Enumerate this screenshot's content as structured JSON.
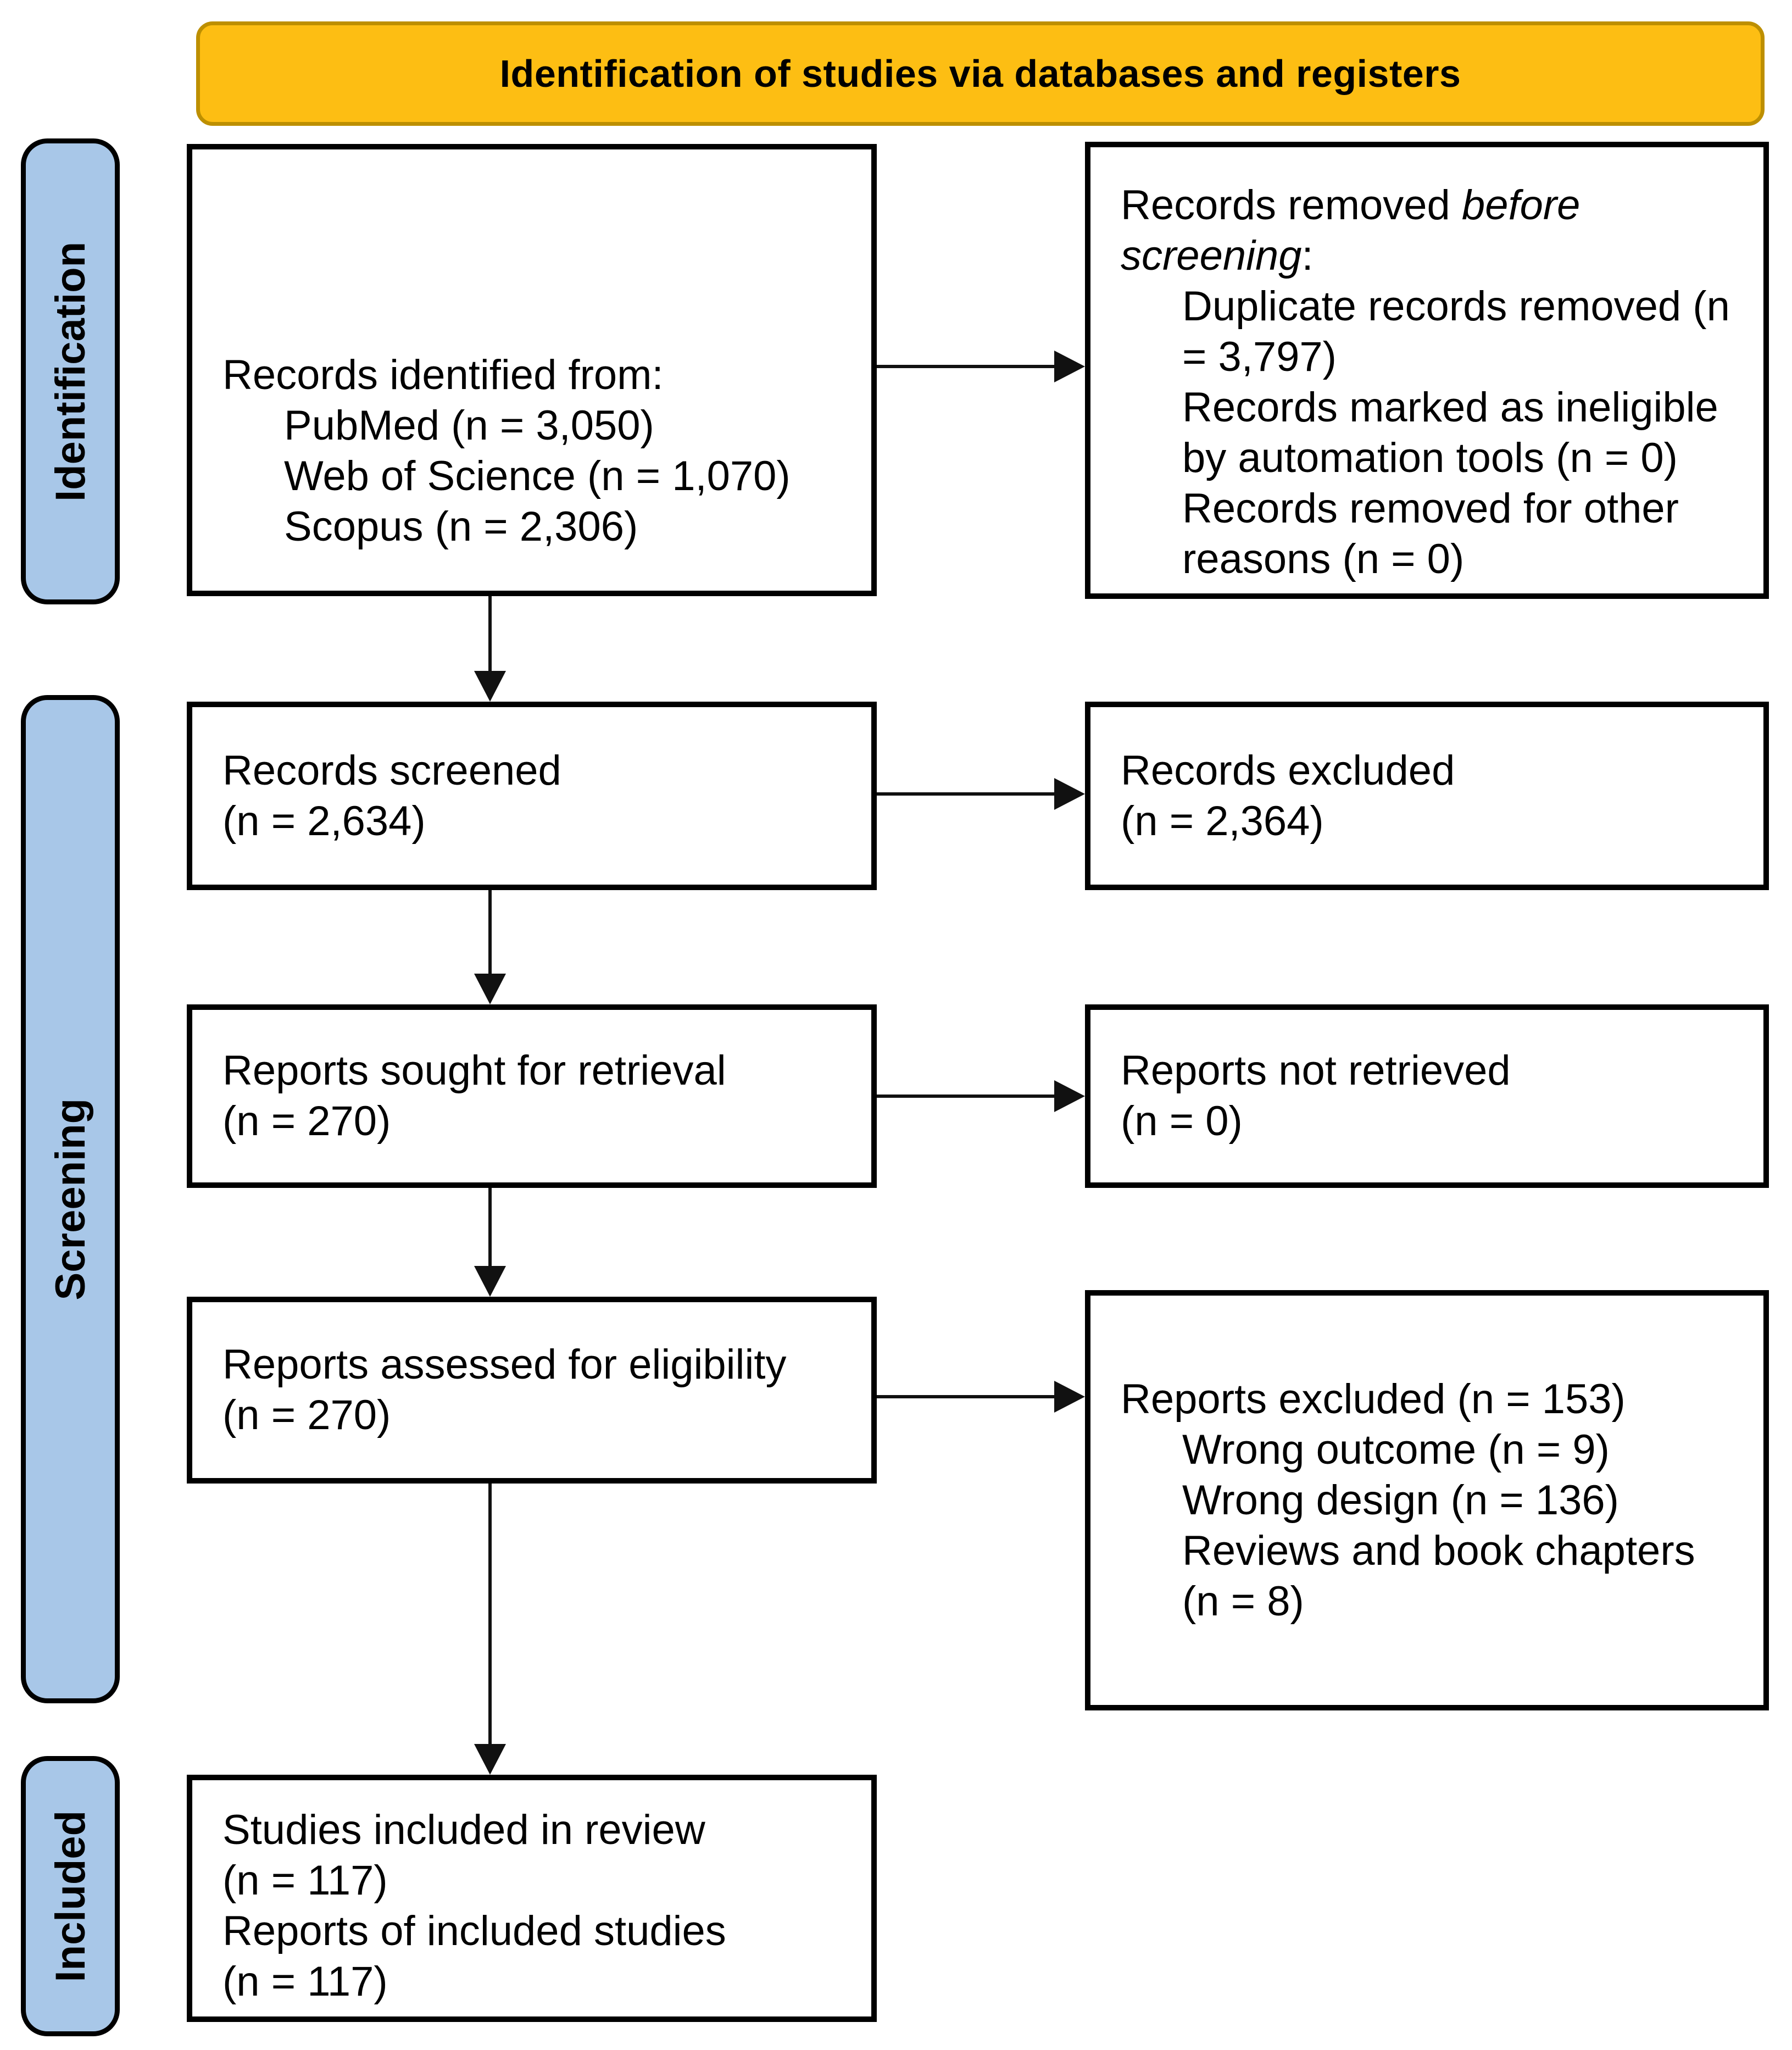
{
  "title": "Identification of studies via databases and registers",
  "stages": [
    {
      "label": "Identification"
    },
    {
      "label": "Screening"
    },
    {
      "label": "Included"
    }
  ],
  "boxes": {
    "records_identified": {
      "lines": [
        "Records identified from:",
        "PubMed (n = 3,050)",
        "Web of Science (n = 1,070)",
        "Scopus (n = 2,306)"
      ]
    },
    "records_removed": {
      "line1_normal": "Records removed ",
      "line1_italic": "before",
      "line2_italic": "screening",
      "line2_normal": ":",
      "items": [
        "Duplicate records removed (n",
        "= 3,797)",
        "Records marked as ineligible",
        "by automation tools (n = 0)",
        "Records removed for other",
        "reasons (n = 0)"
      ]
    },
    "records_screened": {
      "lines": [
        "Records screened",
        "(n = 2,634)"
      ]
    },
    "records_excluded": {
      "lines": [
        "Records excluded",
        "(n = 2,364)"
      ]
    },
    "reports_sought": {
      "lines": [
        "Reports sought for retrieval",
        "(n = 270)"
      ]
    },
    "reports_not_retrieved": {
      "lines": [
        "Reports not retrieved",
        "(n = 0)"
      ]
    },
    "reports_assessed": {
      "lines": [
        "Reports assessed for eligibility",
        "(n = 270)"
      ]
    },
    "reports_excluded": {
      "lines": [
        "Reports excluded (n = 153)",
        "Wrong outcome (n = 9)",
        "Wrong design (n = 136)",
        "Reviews and book chapters",
        "(n = 8)"
      ]
    },
    "studies_included": {
      "lines": [
        "Studies included in review",
        "(n = 117)",
        "Reports of included studies",
        "(n = 117)"
      ]
    }
  },
  "colors": {
    "header_fill": "#FDBE13",
    "header_border": "#BD8F00",
    "stage_fill": "#A8C7E8",
    "box_border": "#000000",
    "background": "#FFFFFF",
    "line_color": "#111111"
  }
}
